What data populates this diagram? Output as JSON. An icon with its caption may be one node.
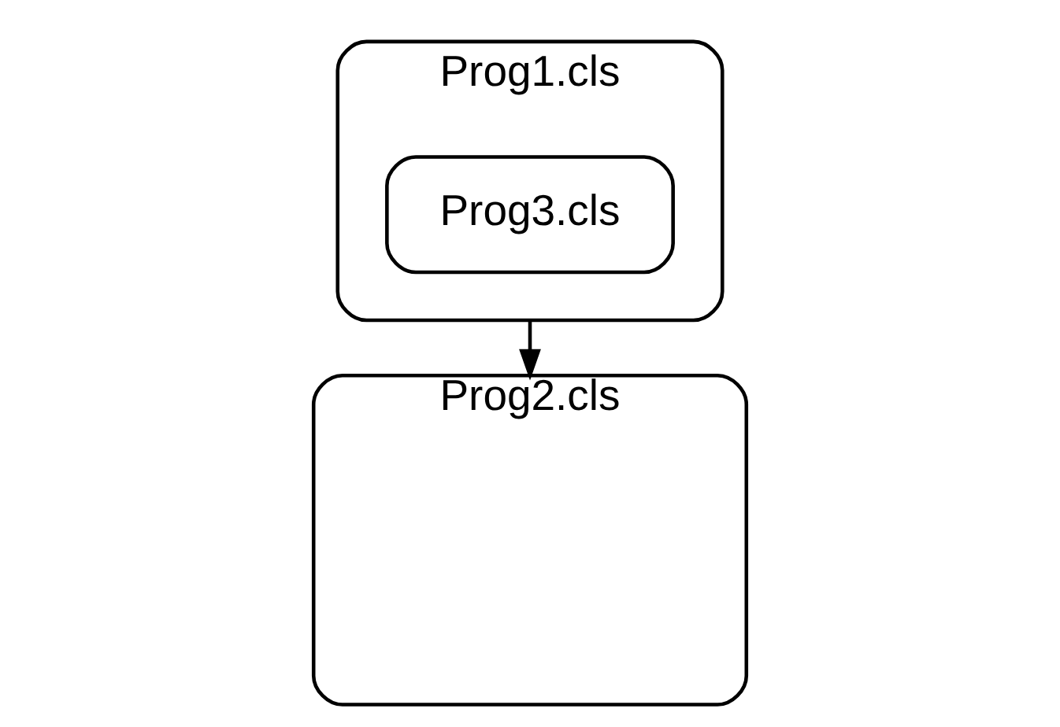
{
  "diagram": {
    "nodes": [
      {
        "text": [
          "Prog1.cls"
        ]
      },
      {
        "text": [
          "Prog3.cls"
        ],
        "in": 0
      },
      {
        "text": [
          "Prog2.cls"
        ]
      }
    ],
    "edges": [
      {
        "from": 0,
        "to": 2,
        "arrow": "to"
      }
    ]
  }
}
